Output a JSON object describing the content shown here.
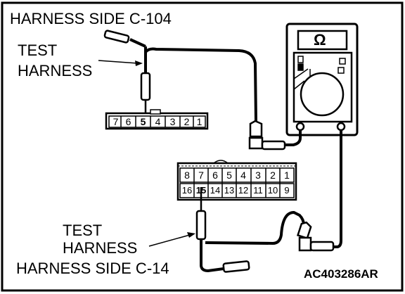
{
  "labels": {
    "harness_side_top": "HARNESS SIDE C-104",
    "test_harness_top_line1": "TEST",
    "test_harness_top_line2": "HARNESS",
    "test_harness_bottom_line1": "TEST",
    "test_harness_bottom_line2": "HARNESS",
    "harness_side_bottom": "HARNESS SIDE C-14",
    "figure_code": "AC403286AR"
  },
  "meter": {
    "unit_symbol": "Ω"
  },
  "connector_c104": {
    "pins": [
      "7",
      "6",
      "5",
      "4",
      "3",
      "2",
      "1"
    ],
    "probed_pin": "5"
  },
  "connector_c14": {
    "top_row": [
      "8",
      "7",
      "6",
      "5",
      "4",
      "3",
      "2",
      "1"
    ],
    "bottom_row": [
      "16",
      "15",
      "14",
      "13",
      "12",
      "11",
      "10",
      "9"
    ],
    "probed_pin": "15"
  }
}
